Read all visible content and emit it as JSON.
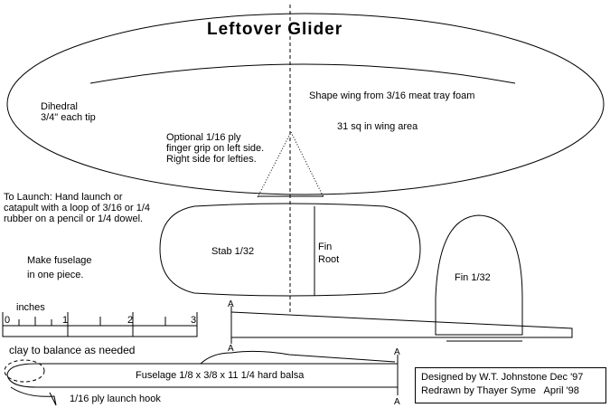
{
  "title": "Leftover Glider",
  "notes": {
    "dihedral_1": "Dihedral",
    "dihedral_2": "3/4\" each tip",
    "shape_wing": "Shape wing from 3/16 meat tray foam",
    "wing_area": "31 sq in wing area",
    "grip_1": "Optional 1/16 ply",
    "grip_2": "finger grip on left side.",
    "grip_3": "Right side for lefties.",
    "launch_1": "To Launch: Hand launch or",
    "launch_2": "catapult with a loop of 3/16 or 1/4",
    "launch_3": "rubber on a pencil or 1/4 dowel.",
    "make_1": "Make fuselage",
    "make_2": "in one piece.",
    "stab": "Stab 1/32",
    "fin_root_1": "Fin",
    "fin_root_2": "Root",
    "fin": "Fin 1/32",
    "clay": "clay to balance as needed",
    "fuselage": "Fuselage 1/8 x 3/8 x 11 1/4 hard balsa",
    "hook": "1/16 ply launch hook",
    "section_mark": "A"
  },
  "ruler": {
    "label": "inches",
    "ticks": [
      "0",
      "1",
      "2",
      "3"
    ]
  },
  "credits": {
    "line1": "Designed by W.T. Johnstone Dec '97",
    "line2": "Redrawn by Thayer Syme   April '98"
  }
}
